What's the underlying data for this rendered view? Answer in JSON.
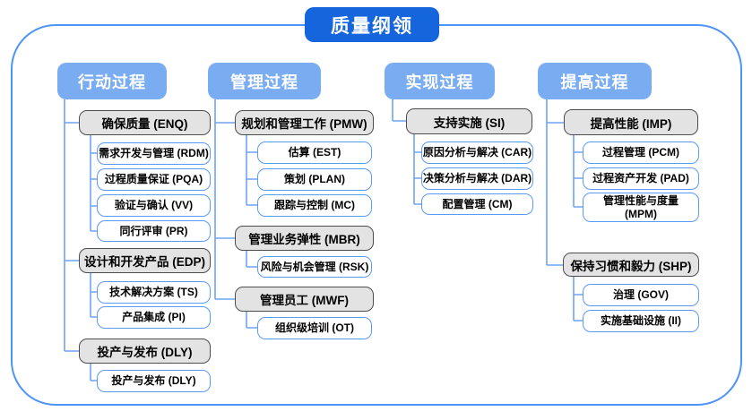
{
  "title": "质量纲领",
  "colors": {
    "title_bg": "#1565DC",
    "header_bg": "#7AACF2",
    "connector": "#6FA3F5",
    "leaf_border": "#5B9BF8",
    "group_bg": "#E3E3E3",
    "group_border": "#4D4D4D",
    "frame_border": "#4D94F7"
  },
  "columns": [
    {
      "header": "行动过程",
      "groups": [
        {
          "label": "确保质量 (ENQ)",
          "children": [
            "需求开发与管理 (RDM)",
            "过程质量保证 (PQA)",
            "验证与确认 (VV)",
            "同行评审 (PR)"
          ]
        },
        {
          "label": "设计和开发产品 (EDP)",
          "children": [
            "技术解决方案 (TS)",
            "产品集成 (PI)"
          ]
        },
        {
          "label": "投产与发布 (DLY)",
          "children": [
            "投产与发布 (DLY)"
          ]
        }
      ]
    },
    {
      "header": "管理过程",
      "groups": [
        {
          "label": "规划和管理工作 (PMW)",
          "children": [
            "估算 (EST)",
            "策划 (PLAN)",
            "跟踪与控制 (MC)"
          ]
        },
        {
          "label": "管理业务弹性 (MBR)",
          "children": [
            "风险与机会管理 (RSK)"
          ]
        },
        {
          "label": "管理员工 (MWF)",
          "children": [
            "组织级培训 (OT)"
          ]
        }
      ]
    },
    {
      "header": "实现过程",
      "groups": [
        {
          "label": "支持实施 (SI)",
          "children": [
            "原因分析与解决 (CAR)",
            "决策分析与解决 (DAR)",
            "配置管理 (CM)"
          ]
        }
      ]
    },
    {
      "header": "提高过程",
      "groups": [
        {
          "label": "提高性能 (IMP)",
          "children": [
            "过程管理 (PCM)",
            "过程资产开发 (PAD)",
            "管理性能与度量\n(MPM)"
          ]
        },
        {
          "label": "保持习惯和毅力 (SHP)",
          "children": [
            "治理 (GOV)",
            "实施基础设施 (II)"
          ]
        }
      ]
    }
  ]
}
